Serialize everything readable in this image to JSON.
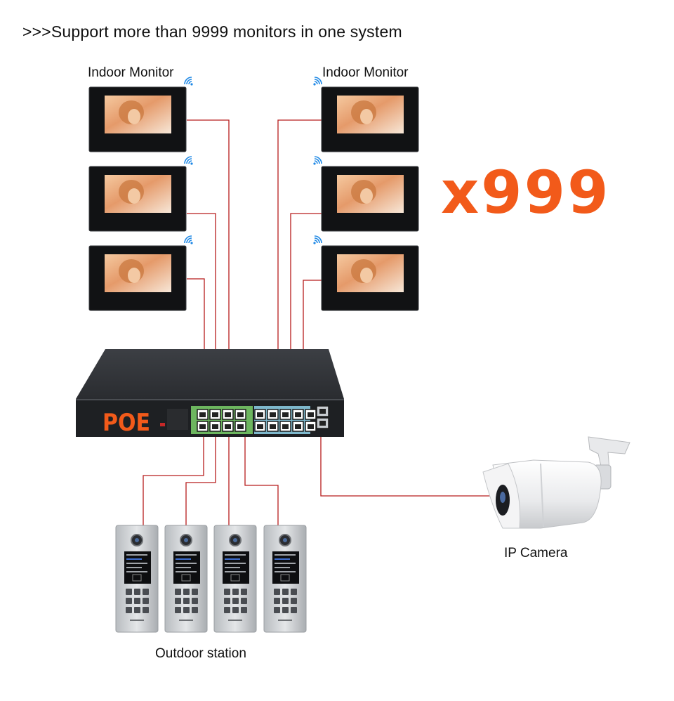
{
  "headline": ">>>Support more than 9999 monitors in one system",
  "labels": {
    "indoor_left": "Indoor Monitor",
    "indoor_right": "Indoor Monitor",
    "multiplier": "x999",
    "switch_brand": "POE",
    "camera": "IP Camera",
    "outdoor": "Outdoor station"
  },
  "colors": {
    "accent": "#f25a1a",
    "wire": "#b71c1c",
    "wifi": "#1e88e5",
    "switch_body": "#2b2d30",
    "port_band_green": "#7bd16a",
    "port_band_blue": "#8fd3ea"
  },
  "icons": [
    "wifi-icon",
    "monitor-icon",
    "switch-icon",
    "camera-icon",
    "door-station-icon"
  ]
}
